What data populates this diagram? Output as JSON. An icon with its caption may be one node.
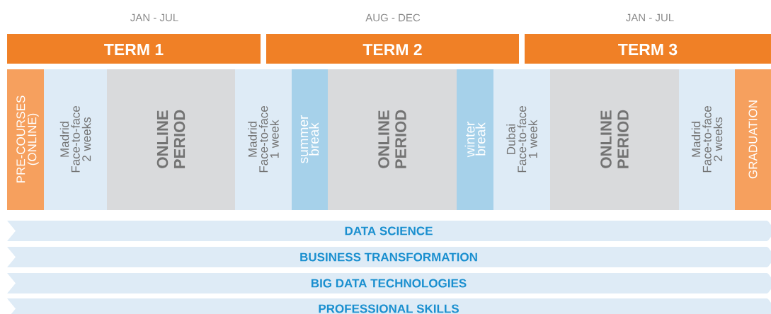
{
  "diagram": {
    "nodes": [
      {
        "text": [
          "TERM 1"
        ]
      },
      {
        "text": [
          "TERM 2"
        ]
      },
      {
        "text": [
          "TERM 3"
        ]
      },
      {
        "text": [
          "PRE-COURSES (ONLINE)"
        ]
      },
      {
        "text": [
          "Madrid Face-to-face 2 weeks"
        ]
      },
      {
        "text": [
          "ONLINE PERIOD"
        ]
      },
      {
        "text": [
          "Madrid Face-to-face 1 week"
        ]
      },
      {
        "text": [
          "summer break"
        ]
      },
      {
        "text": [
          "ONLINE PERIOD"
        ]
      },
      {
        "text": [
          "winter break"
        ]
      },
      {
        "text": [
          "Dubai Face-to-face 1 week"
        ]
      },
      {
        "text": [
          "ONLINE PERIOD"
        ]
      },
      {
        "text": [
          "Madrid Face-to-face 2 weeks"
        ]
      },
      {
        "text": [
          "GRADUATION"
        ]
      },
      {
        "text": [
          "DATA SCIENCE"
        ]
      },
      {
        "text": [
          "BUSINESS TRANSFORMATION"
        ]
      },
      {
        "text": [
          "BIG DATA TECHNOLOGIES"
        ]
      },
      {
        "text": [
          "PROFESSIONAL SKILLS"
        ]
      }
    ],
    "labels": [
      "JAN - JUL",
      "AUG - DEC",
      "JAN - JUL"
    ]
  }
}
